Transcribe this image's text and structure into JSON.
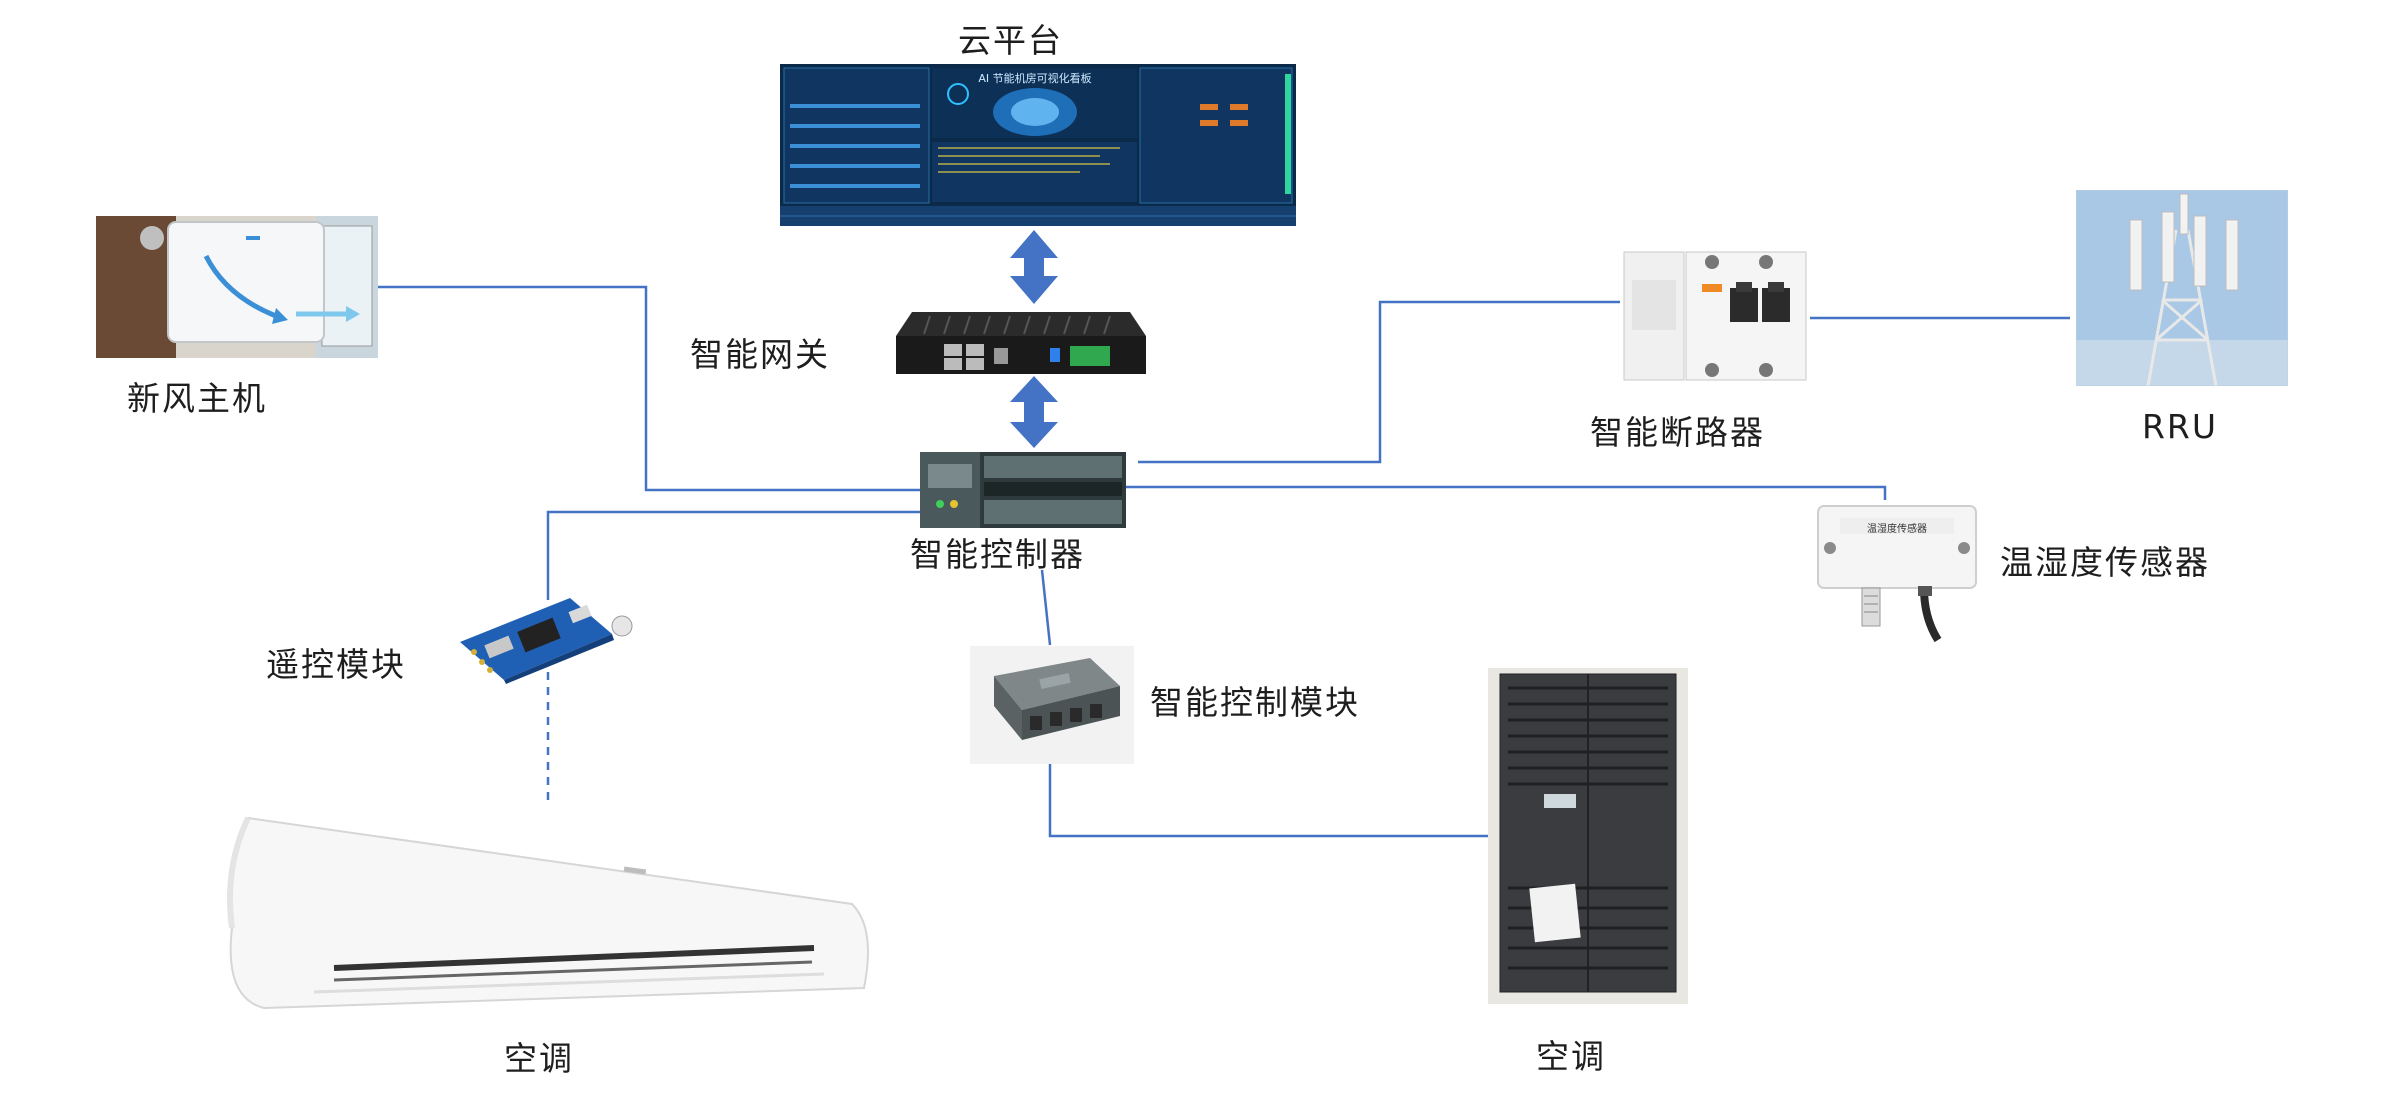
{
  "diagram": {
    "nodes": {
      "cloud_platform": {
        "label": "云平台",
        "screen_title": "AI 节能机房可视化看板"
      },
      "gateway": {
        "label": "智能网关"
      },
      "controller": {
        "label": "智能控制器"
      },
      "fresh_air_unit": {
        "label": "新风主机"
      },
      "remote_module": {
        "label": "遥控模块"
      },
      "breaker": {
        "label": "智能断路器"
      },
      "rru": {
        "label": "RRU"
      },
      "th_sensor": {
        "label": "温湿度传感器",
        "device_text": "温湿度传感器"
      },
      "control_module": {
        "label": "智能控制模块"
      },
      "ac_wall": {
        "label": "空调"
      },
      "ac_cabinet": {
        "label": "空调"
      }
    },
    "edges": [
      {
        "from": "cloud_platform",
        "to": "gateway",
        "style": "double-arrow"
      },
      {
        "from": "gateway",
        "to": "controller",
        "style": "double-arrow"
      },
      {
        "from": "fresh_air_unit",
        "to": "controller",
        "style": "line"
      },
      {
        "from": "remote_module",
        "to": "controller",
        "style": "line"
      },
      {
        "from": "remote_module",
        "to": "ac_wall",
        "style": "dashed"
      },
      {
        "from": "controller",
        "to": "breaker",
        "style": "line"
      },
      {
        "from": "breaker",
        "to": "rru",
        "style": "line"
      },
      {
        "from": "controller",
        "to": "th_sensor",
        "style": "line"
      },
      {
        "from": "controller",
        "to": "control_module",
        "style": "line"
      },
      {
        "from": "control_module",
        "to": "ac_cabinet",
        "style": "line"
      }
    ],
    "colors": {
      "line": "#4472c4",
      "arrow": "#4472c4",
      "text": "#1e1e1e"
    }
  }
}
